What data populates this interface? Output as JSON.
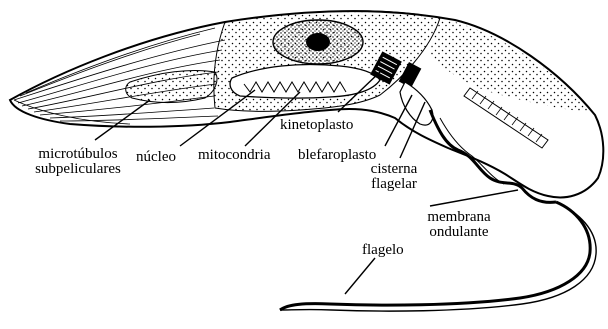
{
  "labels": {
    "microtubulos_line1": "microtúbulos",
    "microtubulos_line2": "subpeliculares",
    "nucleo": "núcleo",
    "mitocondria": "mitocondria",
    "kinetoplasto": "kinetoplasto",
    "blefaroplasto": "blefaroplasto",
    "cisterna_line1": "cisterna",
    "cisterna_line2": "flagelar",
    "membrana_line1": "membrana",
    "membrana_line2": "ondulante",
    "flagelo": "flagelo"
  },
  "colors": {
    "ink": "#000000",
    "paper": "#ffffff"
  }
}
